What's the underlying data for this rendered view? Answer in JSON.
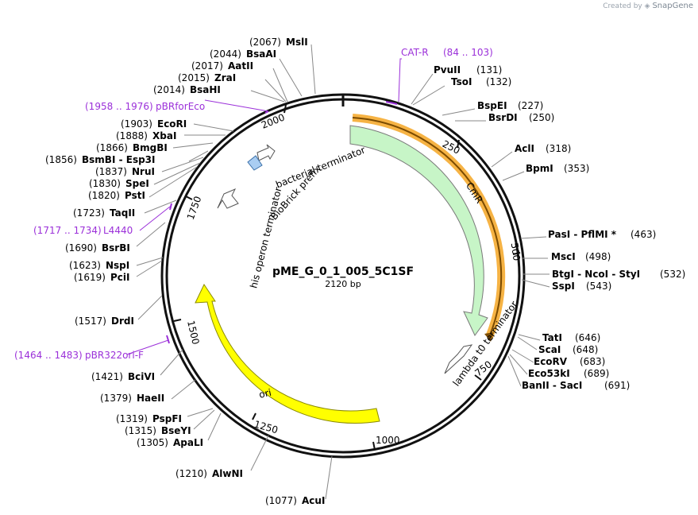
{
  "credit": {
    "prefix": "Created by",
    "brand": "SnapGene"
  },
  "plasmid": {
    "name": "pME_G_0_1_005_5C1SF",
    "length_label": "2120 bp",
    "length": 2120
  },
  "tick_labels": [
    "250",
    "500",
    "750",
    "1000",
    "1250",
    "1500",
    "1750",
    "2000"
  ],
  "enzymes": [
    {
      "pos": "(2067)",
      "name": "MslI",
      "site": 2067
    },
    {
      "pos": "(2044)",
      "name": "BsaAI",
      "site": 2044
    },
    {
      "pos": "(2017)",
      "name": "AatII",
      "site": 2017
    },
    {
      "pos": "(2015)",
      "name": "ZraI",
      "site": 2015
    },
    {
      "pos": "(2014)",
      "name": "BsaHI",
      "site": 2014
    },
    {
      "pos": "(1903)",
      "name": "EcoRI",
      "site": 1903
    },
    {
      "pos": "(1888)",
      "name": "XbaI",
      "site": 1888
    },
    {
      "pos": "(1866)",
      "name": "BmgBI",
      "site": 1866
    },
    {
      "pos": "(1856)",
      "name": "BsmBI - Esp3I",
      "site": 1856
    },
    {
      "pos": "(1837)",
      "name": "NruI",
      "site": 1837
    },
    {
      "pos": "(1830)",
      "name": "SpeI",
      "site": 1830
    },
    {
      "pos": "(1820)",
      "name": "PstI",
      "site": 1820
    },
    {
      "pos": "(1723)",
      "name": "TaqII",
      "site": 1723
    },
    {
      "pos": "(1690)",
      "name": "BsrBI",
      "site": 1690
    },
    {
      "pos": "(1623)",
      "name": "NspI",
      "site": 1623
    },
    {
      "pos": "(1619)",
      "name": "PciI",
      "site": 1619
    },
    {
      "pos": "(1517)",
      "name": "DrdI",
      "site": 1517
    },
    {
      "pos": "(1421)",
      "name": "BciVI",
      "site": 1421
    },
    {
      "pos": "(1379)",
      "name": "HaeII",
      "site": 1379
    },
    {
      "pos": "(1319)",
      "name": "PspFI",
      "site": 1319
    },
    {
      "pos": "(1315)",
      "name": "BseYI",
      "site": 1315
    },
    {
      "pos": "(1305)",
      "name": "ApaLI",
      "site": 1305
    },
    {
      "pos": "(1210)",
      "name": "AlwNI",
      "site": 1210
    },
    {
      "pos": "(1077)",
      "name": "AcuI",
      "site": 1077
    },
    {
      "name": "PvuII",
      "pos": "(131)",
      "site": 131
    },
    {
      "name": "TsoI",
      "pos": "(132)",
      "site": 132
    },
    {
      "name": "BspEI",
      "pos": "(227)",
      "site": 227
    },
    {
      "name": "BsrDI",
      "pos": "(250)",
      "site": 250
    },
    {
      "name": "AclI",
      "pos": "(318)",
      "site": 318
    },
    {
      "name": "BpmI",
      "pos": "(353)",
      "site": 353
    },
    {
      "name": "PasI - PflMI *",
      "pos": "(463)",
      "site": 463
    },
    {
      "name": "MscI",
      "pos": "(498)",
      "site": 498
    },
    {
      "name": "BtgI - NcoI - StyI",
      "pos": "(532)",
      "site": 532
    },
    {
      "name": "SspI",
      "pos": "(543)",
      "site": 543
    },
    {
      "name": "TatI",
      "pos": "(646)",
      "site": 646
    },
    {
      "name": "ScaI",
      "pos": "(648)",
      "site": 648
    },
    {
      "name": "EcoRV",
      "pos": "(683)",
      "site": 683
    },
    {
      "name": "Eco53kI",
      "pos": "(689)",
      "site": 689
    },
    {
      "name": "BanII - SacI",
      "pos": "(691)",
      "site": 691
    }
  ],
  "primers": [
    {
      "name": "CAT-R",
      "range": "(84 .. 103)"
    },
    {
      "name": "pBRforEco",
      "range": "(1958 .. 1976)"
    },
    {
      "name": "L4440",
      "range": "(1717 .. 1734)"
    },
    {
      "name": "pBR322ori-F",
      "range": "(1464 .. 1483)"
    }
  ],
  "features": [
    {
      "name": "CmR",
      "color": "#c7f5c7"
    },
    {
      "name": "ori",
      "color": "#ffff00"
    },
    {
      "name": "lambda t0 terminator",
      "color": "#ffffff"
    },
    {
      "name": "his operon terminator",
      "color": "#ffffff"
    },
    {
      "name": "bacterial terminator",
      "color": "#ffffff"
    },
    {
      "name": "BioBrick prefix",
      "color": "#a9cdf2"
    }
  ],
  "colors": {
    "primer": "#9b30d9",
    "highlight": "#f5a623",
    "backbone": "#000000"
  }
}
